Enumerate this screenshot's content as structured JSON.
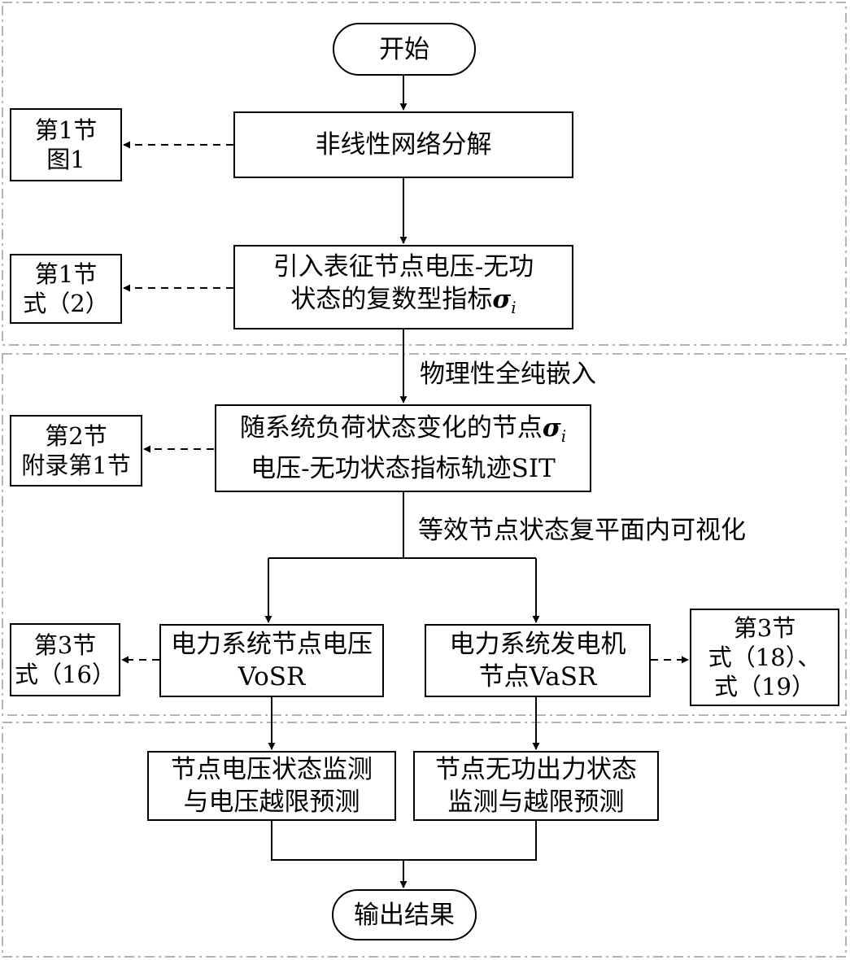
{
  "nodes": {
    "start": "开始",
    "decompose": "非线性网络分解",
    "introduce": {
      "line1": "引入表征节点电压-无功",
      "line2": "状态的复数型指标",
      "symbol": "σ",
      "subscript": "i"
    },
    "sit": {
      "line1": "随系统负荷状态变化的节点",
      "symbol": "σ",
      "subscript": "i",
      "line2": "电压-无功状态指标轨迹SIT"
    },
    "vosr": {
      "line1": "电力系统节点电压",
      "line2": "VoSR"
    },
    "vasr": {
      "line1": "电力系统发电机",
      "line2": "节点VaSR"
    },
    "monitor_voltage": {
      "line1": "节点电压状态监测",
      "line2": "与电压越限预测"
    },
    "monitor_reactive": {
      "line1": "节点无功出力状态",
      "line2": "监测与越限预测"
    },
    "output": "输出结果"
  },
  "edge_labels": {
    "embed": "物理性全纯嵌入",
    "visualize": "等效节点状态复平面内可视化"
  },
  "refs": {
    "ref1": {
      "line1": "第1节",
      "line2": "图1"
    },
    "ref2": {
      "line1": "第1节",
      "line2": "式（2）"
    },
    "ref3": {
      "line1": "第2节",
      "line2": "附录第1节"
    },
    "ref4": {
      "line1": "第3节",
      "line2": "式（16）"
    },
    "ref5": {
      "line1": "第3节",
      "line2": "式（18）、",
      "line3": "式（19）"
    }
  }
}
